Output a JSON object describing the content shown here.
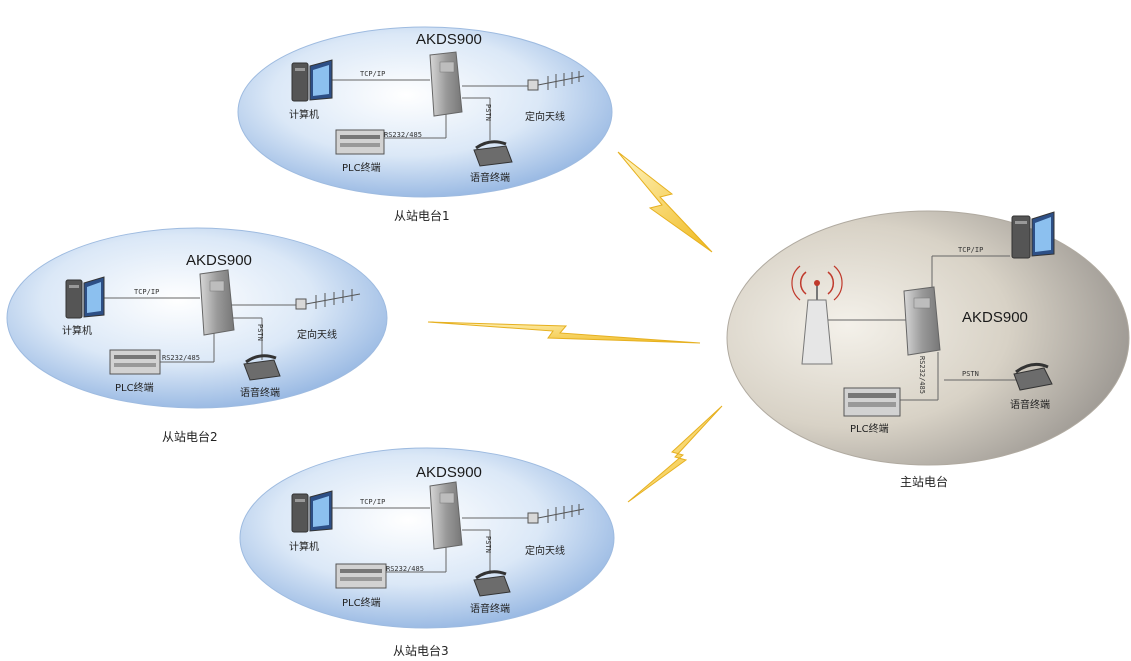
{
  "slave_stations": [
    {
      "caption": "从站电台1",
      "device": "AKDS900",
      "computer": "计算机",
      "plc": "PLC终端",
      "voice": "语音终端",
      "antenna": "定向天线",
      "tcp": "TCP/IP",
      "rs": "RS232/485",
      "pstn": "PSTN"
    },
    {
      "caption": "从站电台2",
      "device": "AKDS900",
      "computer": "计算机",
      "plc": "PLC终端",
      "voice": "语音终端",
      "antenna": "定向天线",
      "tcp": "TCP/IP",
      "rs": "RS232/485",
      "pstn": "PSTN"
    },
    {
      "caption": "从站电台3",
      "device": "AKDS900",
      "computer": "计算机",
      "plc": "PLC终端",
      "voice": "语音终端",
      "antenna": "定向天线",
      "tcp": "TCP/IP",
      "rs": "RS232/485",
      "pstn": "PSTN"
    }
  ],
  "master_station": {
    "caption": "主站电台",
    "device": "AKDS900",
    "plc": "PLC终端",
    "voice": "语音终端",
    "tcp": "TCP/IP",
    "rs": "RS232/485",
    "pstn": "PSTN"
  },
  "colors": {
    "slave_ellipse": "#a9c7ea",
    "master_ellipse": "#c9c3b8",
    "lightning": "#f2c230"
  }
}
